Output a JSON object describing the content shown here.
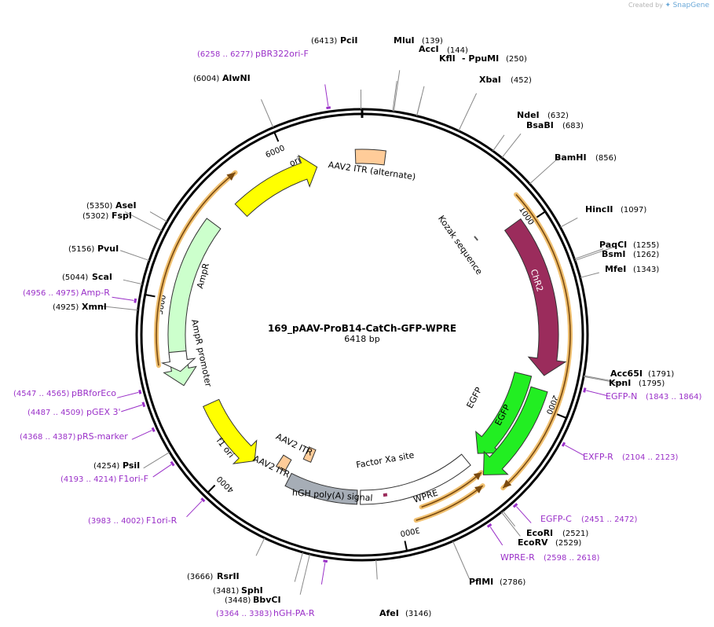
{
  "credit": {
    "prefix": "Created by",
    "brand": "SnapGene"
  },
  "plasmid": {
    "name": "169_pAAV-ProB14-CatCh-GFP-WPRE",
    "size_label": "6418 bp",
    "length": 6418
  },
  "colors": {
    "yellow": "#ffff00",
    "maroon": "#9b2c5c",
    "green": "#22ee22",
    "pale_green": "#ccffcc",
    "orange_itr": "#ffcc99",
    "gray_polya": "#a6adb6",
    "white": "#ffffff",
    "primer": "#9a30c8",
    "orf": "#f0c070"
  },
  "scale_ticks": [
    {
      "pos": 1000,
      "label": "1000"
    },
    {
      "pos": 2000,
      "label": "2000"
    },
    {
      "pos": 3000,
      "label": "3000"
    },
    {
      "pos": 4000,
      "label": "4000"
    },
    {
      "pos": 5000,
      "label": "5000"
    },
    {
      "pos": 6000,
      "label": "6000"
    }
  ],
  "enzymes": [
    {
      "name": "PciI",
      "pos": "(6413)",
      "site": 6413
    },
    {
      "name": "MluI",
      "pos": "(139)",
      "site": 139
    },
    {
      "name": "AccI",
      "pos": "(144)",
      "site": 144
    },
    {
      "name": "KflI",
      "pos": "",
      "site": 250
    },
    {
      "name": "- PpuMI",
      "pos": "(250)",
      "site": 250
    },
    {
      "name": "XbaI",
      "pos": "(452)",
      "site": 452
    },
    {
      "name": "NdeI",
      "pos": "(632)",
      "site": 632
    },
    {
      "name": "BsaBI",
      "pos": "(683)",
      "site": 683
    },
    {
      "name": "BamHI",
      "pos": "(856)",
      "site": 856
    },
    {
      "name": "HincII",
      "pos": "(1097)",
      "site": 1097
    },
    {
      "name": "PaqCI",
      "pos": "(1255)",
      "site": 1255
    },
    {
      "name": "BsmI",
      "pos": "(1262)",
      "site": 1262
    },
    {
      "name": "MfeI",
      "pos": "(1343)",
      "site": 1343
    },
    {
      "name": "Acc65I",
      "pos": "(1791)",
      "site": 1791
    },
    {
      "name": "KpnI",
      "pos": "(1795)",
      "site": 1795
    },
    {
      "name": "EcoRI",
      "pos": "(2521)",
      "site": 2521
    },
    {
      "name": "EcoRV",
      "pos": "(2529)",
      "site": 2529
    },
    {
      "name": "PflMI",
      "pos": "(2786)",
      "site": 2786
    },
    {
      "name": "AfeI",
      "pos": "(3146)",
      "site": 3146
    },
    {
      "name": "SphI",
      "pos": "(3481)",
      "site": 3481
    },
    {
      "name": "BbvCI",
      "pos": "(3448)",
      "site": 3448
    },
    {
      "name": "RsrII",
      "pos": "(3666)",
      "site": 3666
    },
    {
      "name": "PsiI",
      "pos": "(4254)",
      "site": 4254
    },
    {
      "name": "XmnI",
      "pos": "(4925)",
      "site": 4925
    },
    {
      "name": "ScaI",
      "pos": "(5044)",
      "site": 5044
    },
    {
      "name": "PvuI",
      "pos": "(5156)",
      "site": 5156
    },
    {
      "name": "FspI",
      "pos": "(5302)",
      "site": 5302
    },
    {
      "name": "AseI",
      "pos": "(5350)",
      "site": 5350
    },
    {
      "name": "AlwNI",
      "pos": "(6004)",
      "site": 6004
    }
  ],
  "primers": [
    {
      "name": "pBR322ori-F",
      "range": "(6258 .. 6277)",
      "start": 6258,
      "end": 6277
    },
    {
      "name": "EGFP-N",
      "range": "(1843 .. 1864)",
      "start": 1843,
      "end": 1864
    },
    {
      "name": "EXFP-R",
      "range": "(2104 .. 2123)",
      "start": 2104,
      "end": 2123
    },
    {
      "name": "EGFP-C",
      "range": "(2451 .. 2472)",
      "start": 2451,
      "end": 2472
    },
    {
      "name": "WPRE-R",
      "range": "(2598 .. 2618)",
      "start": 2598,
      "end": 2618
    },
    {
      "name": "hGH-PA-R",
      "range": "(3364 .. 3383)",
      "start": 3364,
      "end": 3383
    },
    {
      "name": "F1ori-R",
      "range": "(3983 .. 4002)",
      "start": 3983,
      "end": 4002
    },
    {
      "name": "F1ori-F",
      "range": "(4193 .. 4214)",
      "start": 4193,
      "end": 4214
    },
    {
      "name": "pRS-marker",
      "range": "(4368 .. 4387)",
      "start": 4368,
      "end": 4387
    },
    {
      "name": "pGEX 3'",
      "range": "(4487 .. 4509)",
      "start": 4487,
      "end": 4509
    },
    {
      "name": "pBRforEco",
      "range": "(4547 .. 4565)",
      "start": 4547,
      "end": 4565
    },
    {
      "name": "Amp-R",
      "range": "(4956 .. 4975)",
      "start": 4956,
      "end": 4975
    }
  ],
  "features": [
    {
      "name": "ori",
      "color": "yellow"
    },
    {
      "name": "AAV2 ITR (alternate)",
      "color": "orange_itr"
    },
    {
      "name": "ChR2",
      "color": "maroon"
    },
    {
      "name": "Kozak sequence",
      "color": "white"
    },
    {
      "name": "EGFP",
      "color": "green"
    },
    {
      "name": "EGFP",
      "color": "green"
    },
    {
      "name": "WPRE",
      "color": "white"
    },
    {
      "name": "Factor Xa site",
      "color": "maroon"
    },
    {
      "name": "hGH poly(A) signal",
      "color": "gray_polya"
    },
    {
      "name": "AAV2 ITR",
      "color": "orange_itr"
    },
    {
      "name": "AAV2 ITR",
      "color": "orange_itr"
    },
    {
      "name": "f1 ori",
      "color": "yellow"
    },
    {
      "name": "AmpR",
      "color": "pale_green"
    },
    {
      "name": "AmpR promoter",
      "color": "white"
    }
  ]
}
